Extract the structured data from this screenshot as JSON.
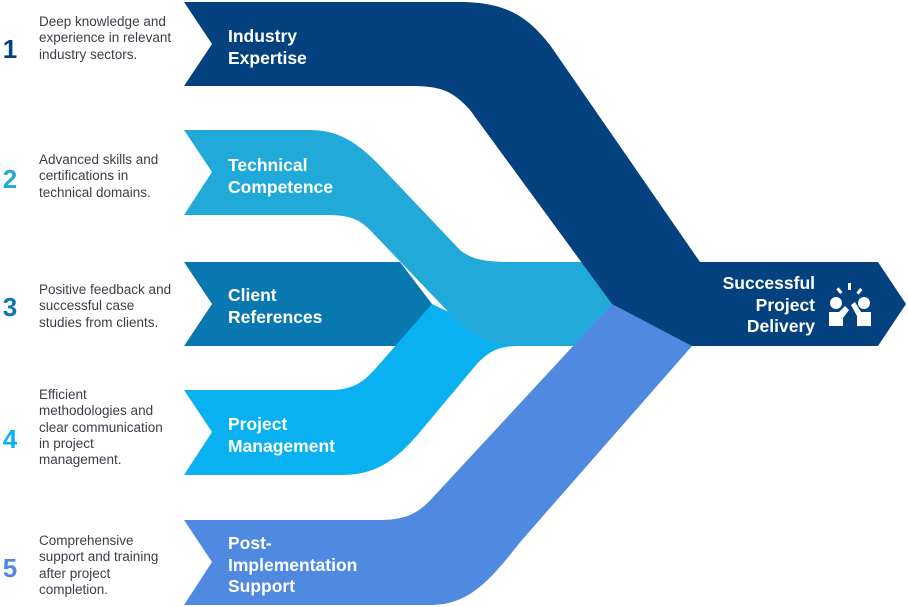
{
  "colors": {
    "industry": "#03427F",
    "technical": "#20A9D9",
    "client": "#0978B0",
    "project": "#0AB1F0",
    "post": "#4F8AE0"
  },
  "items": [
    {
      "number": "1",
      "label": "Industry Expertise",
      "description": "Deep knowledge and experience in relevant industry sectors."
    },
    {
      "number": "2",
      "label": "Technical Competence",
      "description": "Advanced skills and certifications in technical domains."
    },
    {
      "number": "3",
      "label": "Client References",
      "description": "Positive feedback and successful case studies from clients."
    },
    {
      "number": "4",
      "label": "Project Management",
      "description": "Efficient methodologies and clear communication in project management."
    },
    {
      "number": "5",
      "label": "Post-Implementation Support",
      "description": "Comprehensive support and training after project completion."
    }
  ],
  "outcome": {
    "label": "Successful Project Delivery",
    "icon": "high-five-icon"
  }
}
